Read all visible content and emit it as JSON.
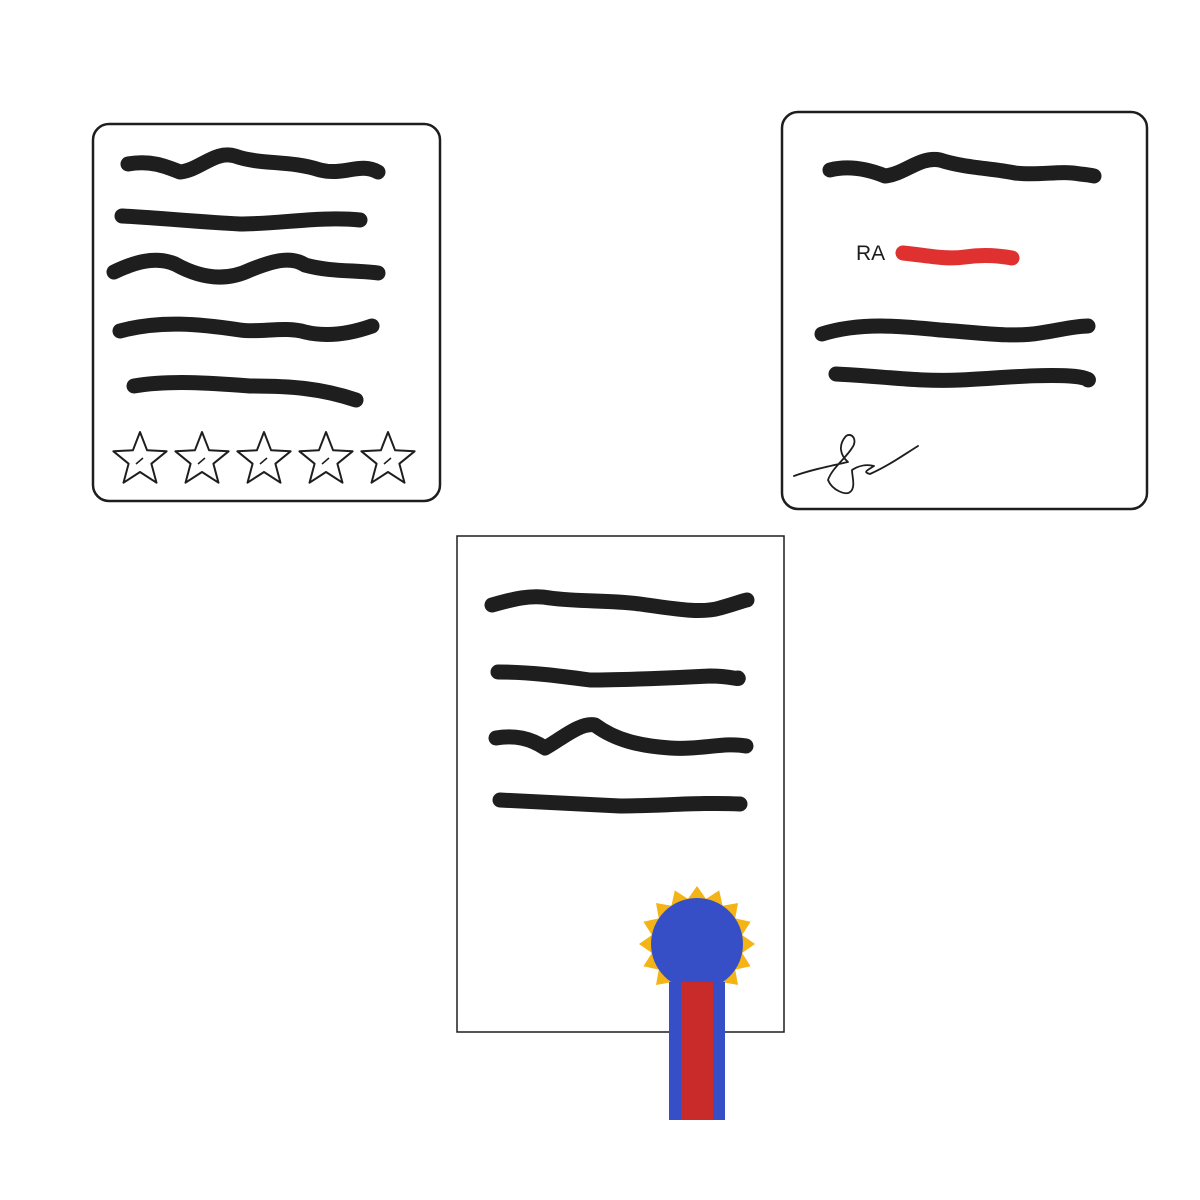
{
  "cards": {
    "review": {
      "rating": {
        "max": 5,
        "filled": 0
      }
    },
    "signed": {
      "initials": "RA"
    },
    "certificate": {}
  },
  "colors": {
    "ink": "#1e1e1e",
    "redacted_highlight": "#e03131",
    "seal_blue": "#364fc7",
    "ribbon_red": "#c92a2a",
    "seal_gold": "#f5b415",
    "background": "#ffffff"
  },
  "icons": [
    "star-icon",
    "signature-icon",
    "seal-icon",
    "ribbon-icon"
  ]
}
